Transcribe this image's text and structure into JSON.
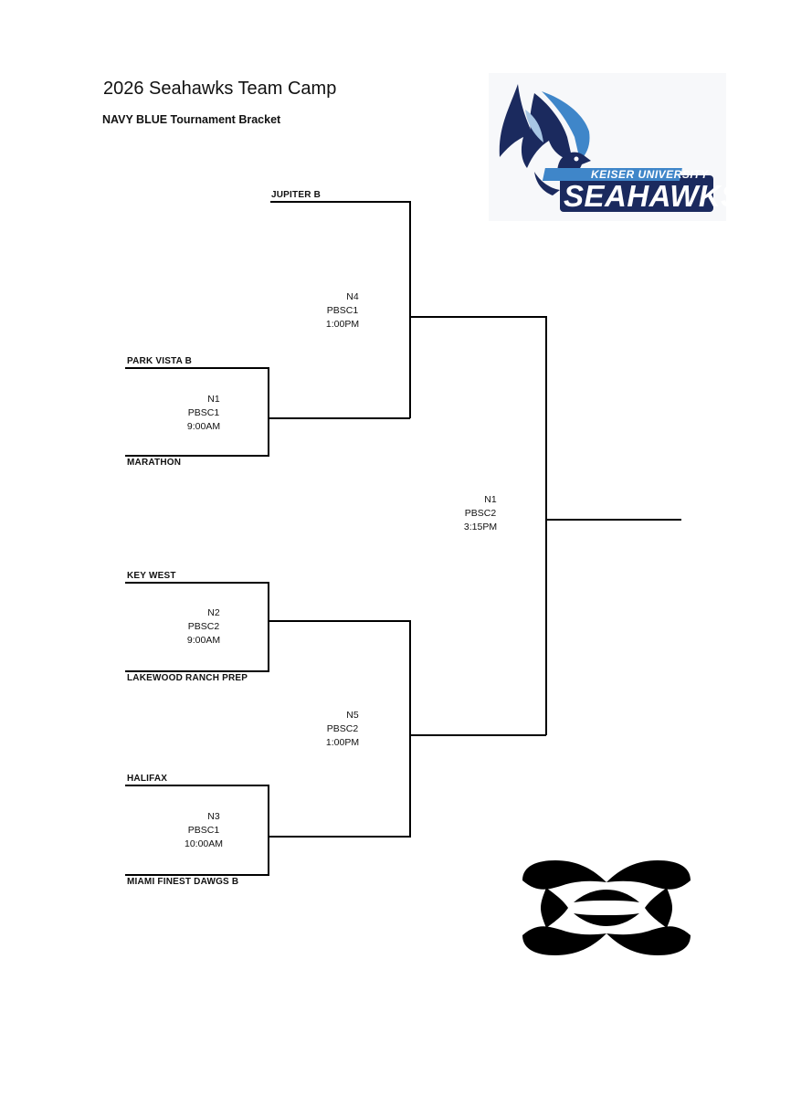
{
  "header": {
    "title": "2026 Seahawks Team Camp",
    "subtitle": "NAVY BLUE Tournament Bracket"
  },
  "teams": {
    "jupiter_b": "JUPITER B",
    "park_vista_b": "PARK VISTA B",
    "marathon": "MARATHON",
    "key_west": "KEY WEST",
    "lakewood_ranch_prep": "LAKEWOOD RANCH PREP",
    "halifax": "HALIFAX",
    "miami_finest_dawgs_b": "MIAMI FINEST DAWGS B"
  },
  "games": {
    "n1_first": {
      "id": "N1",
      "field": "PBSC1",
      "time": "9:00AM"
    },
    "n2": {
      "id": "N2",
      "field": "PBSC2",
      "time": "9:00AM"
    },
    "n3": {
      "id": "N3",
      "field": "PBSC1",
      "time": "10:00AM"
    },
    "n4": {
      "id": "N4",
      "field": "PBSC1",
      "time": "1:00PM"
    },
    "n5": {
      "id": "N5",
      "field": "PBSC2",
      "time": "1:00PM"
    },
    "n1_final": {
      "id": "N1",
      "field": "PBSC2",
      "time": "3:15PM"
    }
  },
  "logos": {
    "seahawks": {
      "small_text": "KEISER UNIVERSITY",
      "big_text": "SEAHAWKS",
      "colors": {
        "navy": "#1b2a5e",
        "blue": "#3f86c9",
        "light": "#a8c6e4"
      }
    },
    "under_armour": {
      "registered_mark": "®",
      "color": "#000000"
    }
  },
  "colors": {
    "line": "#000000",
    "text": "#111111"
  }
}
